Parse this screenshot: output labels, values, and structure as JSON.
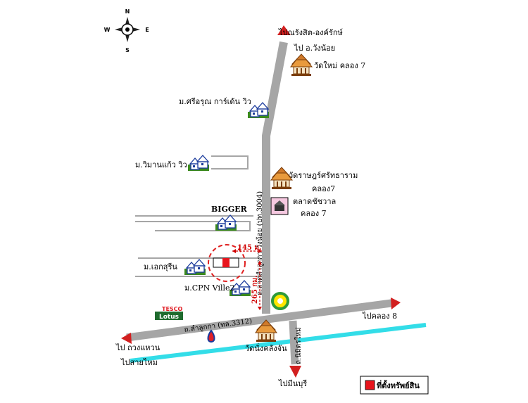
{
  "compass": {
    "north": "N",
    "south": "S",
    "east": "E",
    "west": "W"
  },
  "directions": {
    "north_1": "ไปณรังสิต-องค์รักษ์",
    "north_2": "ไป อ.วังน้อย",
    "east": "ไปคลอง 8",
    "west_1": "ไป ถวงแหวน",
    "west_2": "ไปสายไหม",
    "south": "ไปมีนบุรี"
  },
  "roads": {
    "main_vertical": "ถ.ลาดสำลูกกา-วังน้อย (ปท.3004)",
    "main_horizontal": "ถ.ลำลูกกา (ทล.3312)",
    "south_road": "ถ.นิมิตรใหม่"
  },
  "landmarks": {
    "temple_north": "วัดใหม่ คลอง 7",
    "village_sriroon": "ม.ศรีอรุณ การ์เด้น วิว",
    "village_viman": "ม.วิมานแก้ว วิว",
    "temple_rat_1": "วัดราษฎร์ศรัทธาราม",
    "temple_rat_2": "คลอง7",
    "market_1": "ตลาดชัชวาล",
    "market_2": "คลอง 7",
    "bigger": "BIGGER",
    "village_ek": "ม.เอกสุรีน",
    "village_cpn": "ม.CPN Ville2",
    "tesco_1": "TESCO",
    "tesco_2": "Lotus",
    "temple_south": "วัดนั่งคลังจัน"
  },
  "distances": {
    "horizontal": "145 ม.",
    "vertical": "265 กม."
  },
  "legend": {
    "property": "ที่ตั้งทรัพย์สิน"
  },
  "colors": {
    "road": "#a6a6a6",
    "arrow": "#d21f1f",
    "canal": "#33dde8",
    "property": "#e8141c",
    "village": "#3c8a1e",
    "circle": "#e02020"
  },
  "icons": {
    "village": "house-cluster-icon",
    "temple": "temple-icon",
    "market": "market-icon",
    "gas_station": "gas-station-icon",
    "bp": "bp-logo-icon"
  }
}
